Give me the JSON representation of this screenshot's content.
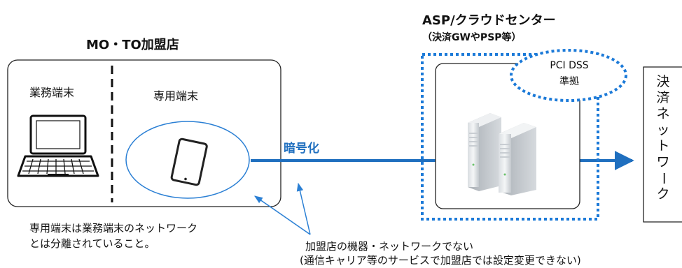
{
  "merchant": {
    "title": "MO・TO加盟店",
    "business_terminal_label": "業務端末",
    "dedicated_terminal_label": "専用端末"
  },
  "center": {
    "title": "ASP/クラウドセンター",
    "subtitle": "（決済GWやPSP等）",
    "pci_line1": "PCI DSS",
    "pci_line2": "準拠"
  },
  "link_label": "暗号化",
  "network_label_chars": [
    "決",
    "済",
    "ネ",
    "ッ",
    "ト",
    "ワ",
    "ー",
    "ク"
  ],
  "notes": {
    "separation_line1": "専用端末は業務端末のネットワーク",
    "separation_line2": "とは分離されていること。",
    "carrier_line1": "加盟店の機器・ネットワークでない",
    "carrier_line2": "(通信キャリア等のサービスで加盟店では設定変更できない)"
  },
  "colors": {
    "accent_blue": "#1f6fbf",
    "dotted_blue": "#1c7ad8",
    "text": "#111111"
  }
}
